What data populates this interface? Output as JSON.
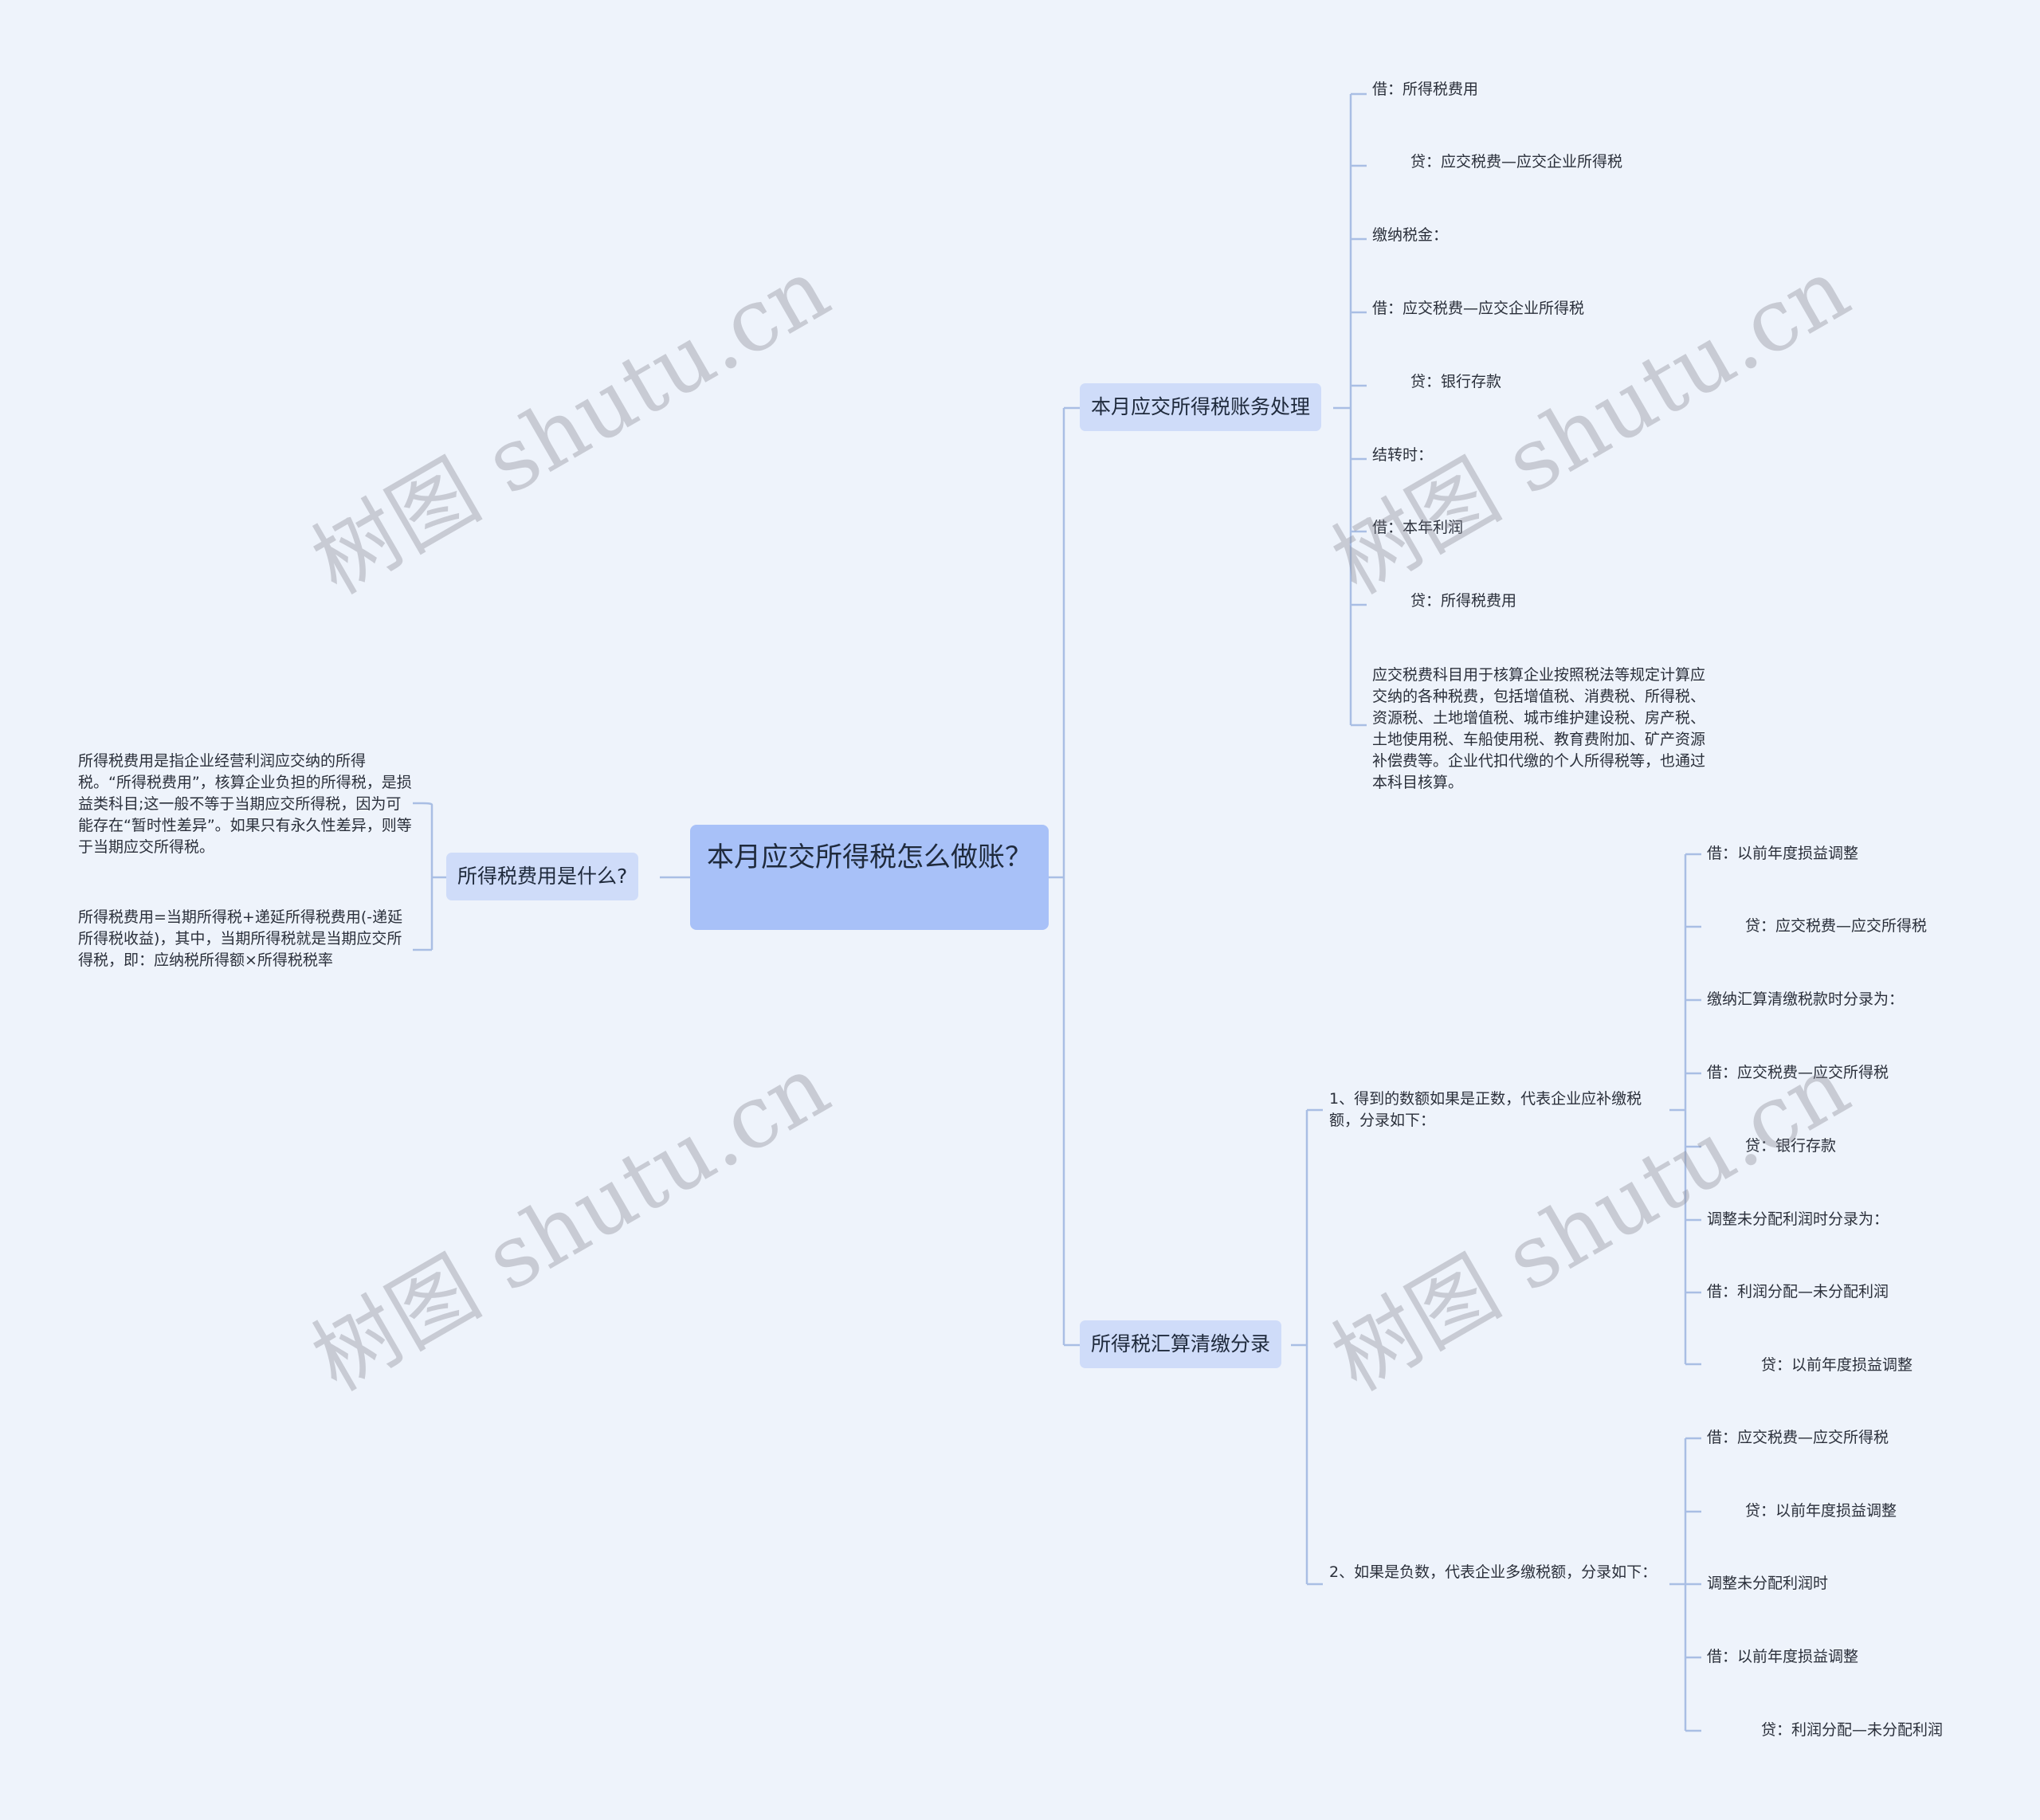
{
  "root": {
    "title": "本月应交所得税怎么做账？"
  },
  "left_branch": {
    "label": "所得税费用是什么?",
    "items": [
      "所得税费用是指企业经营利润应交纳的所得税。“所得税费用”，核算企业负担的所得税，是损益类科目;这一般不等于当期应交所得税，因为可能存在“暂时性差异”。如果只有永久性差异，则等于当期应交所得税。",
      "所得税费用=当期所得税+递延所得税费用(-递延所得税收益)，其中，当期所得税就是当期应交所得税，即：应纳税所得额×所得税税率"
    ]
  },
  "branch_1": {
    "label": "本月应交所得税账务处理",
    "items": [
      "借：所得税费用",
      "贷：应交税费—应交企业所得税",
      "缴纳税金：",
      "借：应交税费—应交企业所得税",
      "贷：银行存款",
      "结转时：",
      "借：本年利润",
      "贷：所得税费用",
      "应交税费科目用于核算企业按照税法等规定计算应交纳的各种税费，包括增值税、消费税、所得税、资源税、土地增值税、城市维护建设税、房产税、土地使用税、车船使用税、教育费附加、矿产资源补偿费等。企业代扣代缴的个人所得税等，也通过本科目核算。"
    ]
  },
  "branch_2": {
    "label": "所得税汇算清缴分录",
    "sub_1": {
      "label": "1、得到的数额如果是正数，代表企业应补缴税额，分录如下：",
      "items": [
        "借：以前年度损益调整",
        "贷：应交税费—应交所得税",
        "缴纳汇算清缴税款时分录为：",
        "借：应交税费—应交所得税",
        "贷：银行存款",
        "调整未分配利润时分录为：",
        "借：利润分配—未分配利润",
        "贷：以前年度损益调整"
      ]
    },
    "sub_2": {
      "label": "2、如果是负数，代表企业多缴税额，分录如下：",
      "items": [
        "借：应交税费—应交所得税",
        "贷：以前年度损益调整",
        "调整未分配利润时",
        "借：以前年度损益调整",
        "贷：利润分配—未分配利润"
      ]
    }
  },
  "watermark": "树图 shutu.cn",
  "colors": {
    "background": "#eef3fb",
    "root": "#a8c1f8",
    "branch": "#cfdcf9",
    "connector": "#a9bee4"
  }
}
